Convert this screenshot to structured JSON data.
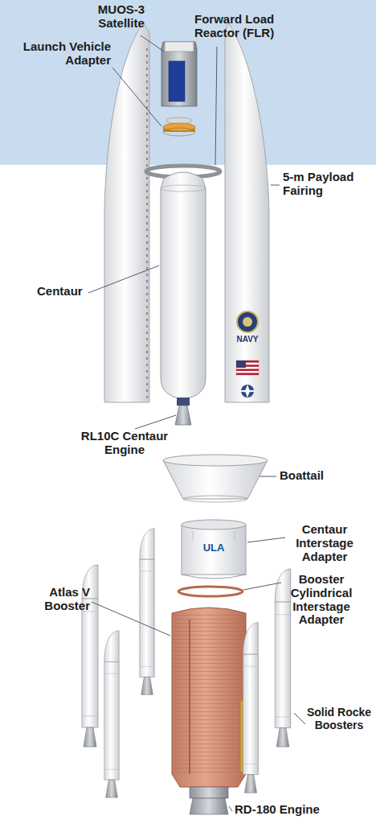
{
  "diagram": {
    "labels": [
      "MUOS-3 Satellite",
      "Forward Load Reactor (FLR)",
      "Launch Vehicle Adapter",
      "5-m Payload Fairing",
      "NAVY",
      "Centaur",
      "RL10C Centaur Engine",
      "Boattail",
      "Centaur Interstage Adapter",
      "ULA",
      "Booster Cylindrical Interstage Adapter",
      "Atlas V Booster",
      "Solid Rocke Boosters",
      "RD-180 Engine"
    ]
  }
}
